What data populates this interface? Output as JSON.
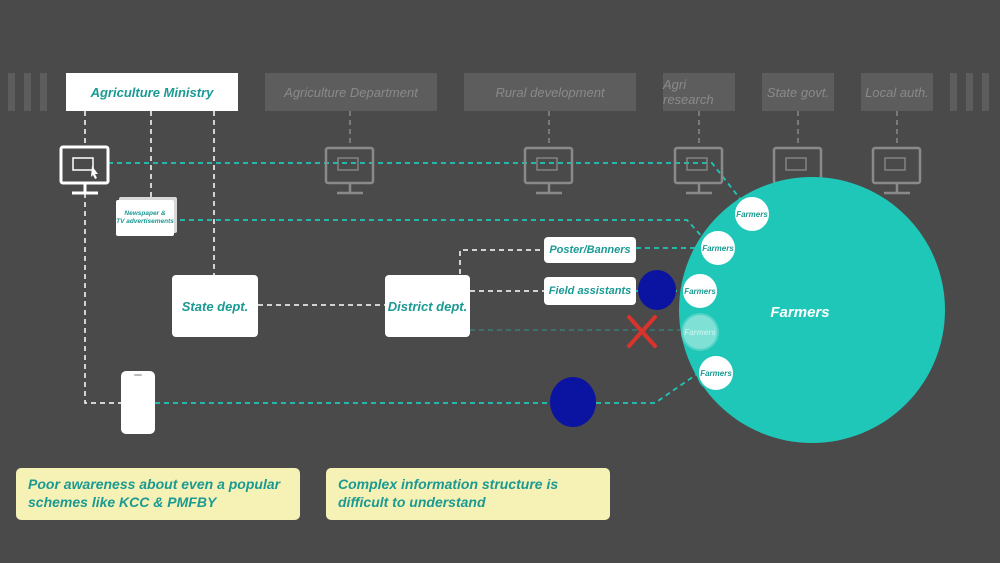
{
  "headers": [
    {
      "label": "Agriculture Ministry",
      "active": true
    },
    {
      "label": "Agriculture Department",
      "active": false
    },
    {
      "label": "Rural development",
      "active": false
    },
    {
      "label": "Agri research",
      "active": false
    },
    {
      "label": "State govt.",
      "active": false
    },
    {
      "label": "Local auth.",
      "active": false
    }
  ],
  "channels": {
    "newspaper_line1": "Newspaper &",
    "newspaper_line2": "TV advertisements",
    "state_dept": "State dept.",
    "district_dept": "District dept.",
    "poster": "Poster/Banners",
    "field_assistants": "Field assistants"
  },
  "farmers": {
    "group_label": "Farmers",
    "nodes": [
      "Farmers",
      "Farmers",
      "Farmers",
      "Farmers",
      "Farmers"
    ]
  },
  "notes": {
    "left": "Poor awareness about even a popular schemes like KCC & PMFBY",
    "right": "Complex information structure is difficult to understand"
  },
  "icons": [
    "monitor-icon",
    "smartphone-icon",
    "newspaper-icon",
    "cross-icon"
  ],
  "colors": {
    "background": "#4a4a4a",
    "teal": "#1fc7b8",
    "text_teal": "#1a9a93",
    "blocker_blue": "#0a14a0",
    "cross_red": "#d9342b",
    "note_yellow": "#f6f1b4"
  }
}
